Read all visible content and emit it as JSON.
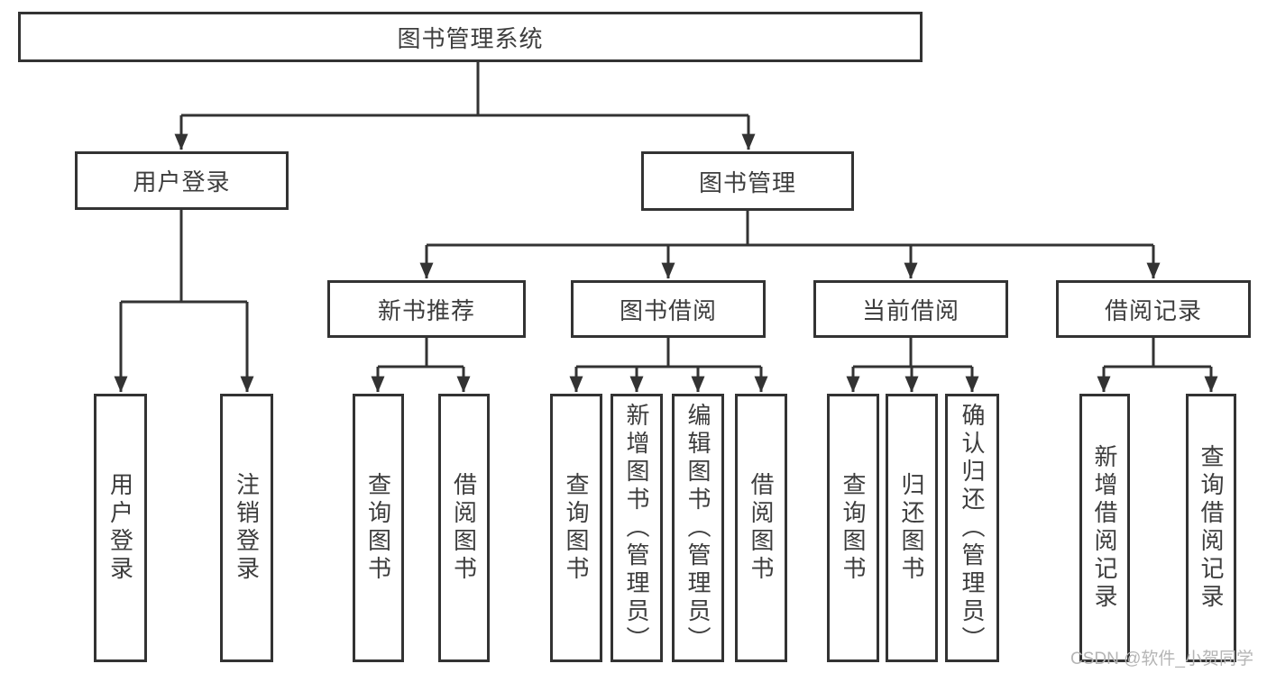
{
  "diagram": {
    "type": "hierarchy-tree",
    "title": "图书管理系统"
  },
  "tree": {
    "root": {
      "label": "图书管理系统"
    },
    "branches": [
      {
        "label": "用户登录",
        "children": [
          {
            "label": "用户登录"
          },
          {
            "label": "注销登录"
          }
        ]
      },
      {
        "label": "图书管理",
        "children": [
          {
            "label": "新书推荐",
            "children": [
              {
                "label": "查询图书"
              },
              {
                "label": "借阅图书"
              }
            ]
          },
          {
            "label": "图书借阅",
            "children": [
              {
                "label": "查询图书"
              },
              {
                "label": "新增图书（管理员）"
              },
              {
                "label": "编辑图书（管理员）"
              },
              {
                "label": "借阅图书"
              }
            ]
          },
          {
            "label": "当前借阅",
            "children": [
              {
                "label": "查询图书"
              },
              {
                "label": "归还图书"
              },
              {
                "label": "确认归还（管理员）"
              }
            ]
          },
          {
            "label": "借阅记录",
            "children": [
              {
                "label": "新增借阅记录"
              },
              {
                "label": "查询借阅记录"
              }
            ]
          }
        ]
      }
    ]
  },
  "watermark": {
    "text": "CSDN @软件_小贺同学"
  },
  "colors": {
    "line": "#333333",
    "box_border": "#333333",
    "text": "#3d3d3d",
    "watermark": "#b5b5b5",
    "background": "#ffffff"
  }
}
